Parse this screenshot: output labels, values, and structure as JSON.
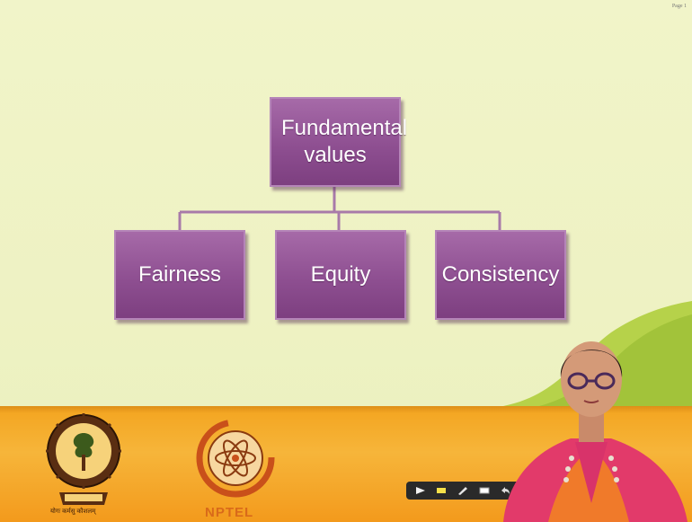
{
  "slide": {
    "page_label": "Page 1",
    "root_node": {
      "label": "Fundamental values"
    },
    "children": [
      {
        "label": "Fairness"
      },
      {
        "label": "Equity"
      },
      {
        "label": "Consistency"
      }
    ]
  },
  "footer": {
    "nptel_logo_text": "NPTEL",
    "iit_logo_caption": "योगः कर्मसु कौशलम्"
  },
  "toolbar": {
    "tools": [
      "pointer-icon",
      "highlighter-icon",
      "pen-icon",
      "eraser-icon",
      "undo-icon"
    ]
  },
  "colors": {
    "node_fill": "#8e4f91",
    "slide_bg": "#eef2c3",
    "footer_band": "#f3a41f",
    "hill_green": "#a8c83a"
  }
}
